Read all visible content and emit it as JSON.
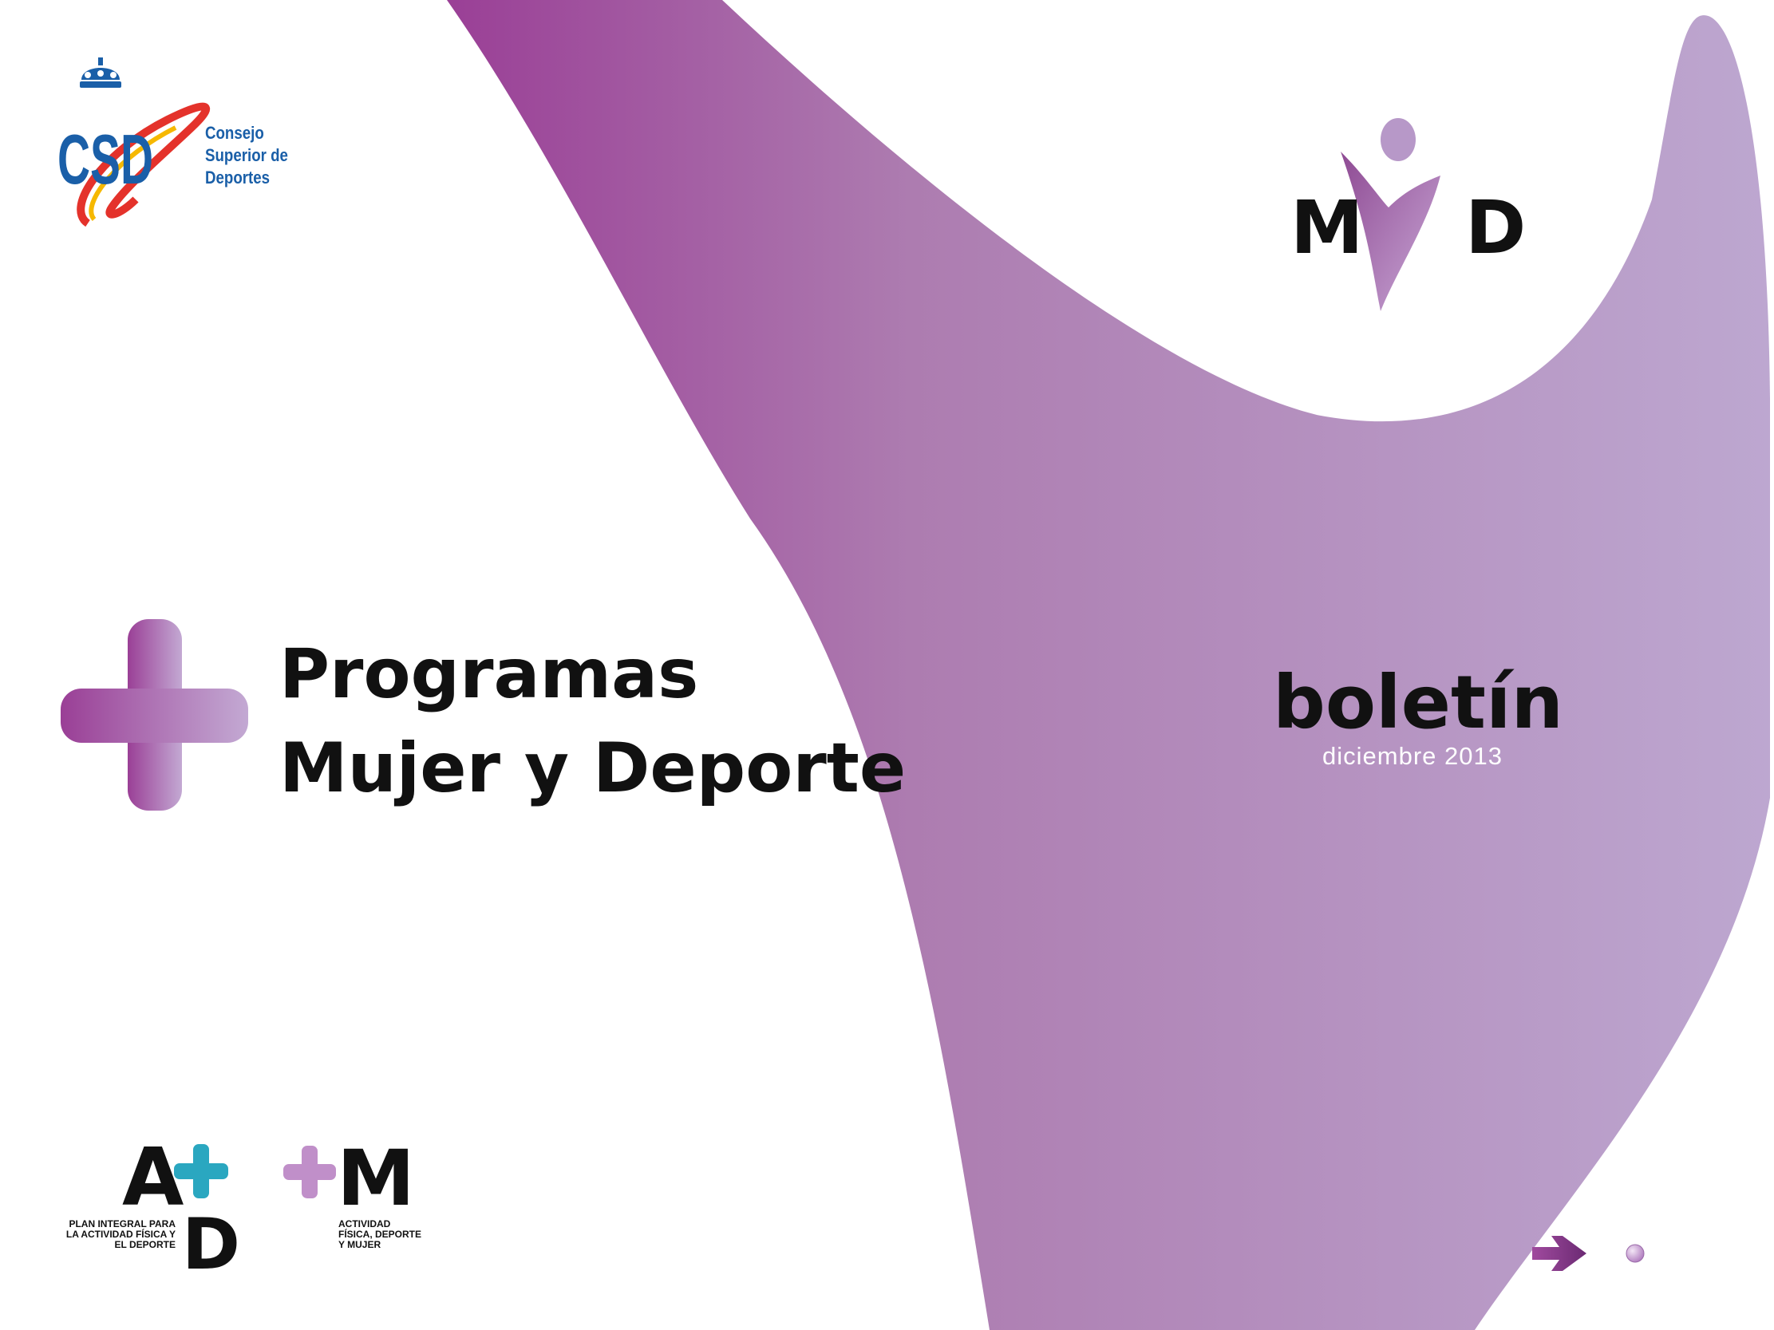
{
  "header": {
    "org_name_lines": [
      "Consejo",
      "Superior de",
      "Deportes"
    ],
    "org_acronym": "CSD",
    "brand_letters": [
      "M",
      "D"
    ]
  },
  "main": {
    "title_lines": [
      "Programas",
      "Mujer y Deporte"
    ],
    "bulletin_label": "boletín",
    "bulletin_date": "diciembre 2013"
  },
  "footer": {
    "ad_logo_letters": [
      "A",
      "D"
    ],
    "ad_caption_lines": [
      "PLAN INTEGRAL PARA",
      "LA ACTIVIDAD FÍSICA Y",
      "EL DEPORTE"
    ],
    "pm_logo_letter": "M",
    "pm_caption_lines": [
      "ACTIVIDAD",
      "FÍSICA, DEPORTE",
      "Y MUJER"
    ]
  },
  "colors": {
    "purple_dark": "#9a3f96",
    "purple_light": "#bca6cf",
    "csd_blue": "#1a5fa8",
    "teal": "#2aa7c0",
    "text_dark": "#111111"
  },
  "icons": {
    "next": "arrow-right-icon",
    "dot": "nav-dot-icon"
  }
}
